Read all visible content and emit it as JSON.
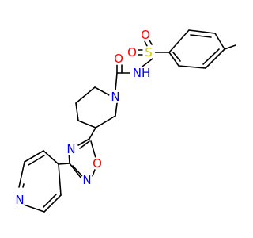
{
  "colors": {
    "bond": "#000000",
    "N": "#0000ff",
    "O": "#ff0000",
    "S": "#cccc00",
    "background": "#ffffff"
  },
  "labels": {
    "sulfonyl_O_top": "O",
    "sulfonyl_O_left": "O",
    "sulfur": "S",
    "sulfonamide_NH": "NH",
    "carbonyl_O": "O",
    "piperidine_N": "N",
    "oxadiazole_N4": "N",
    "oxadiazole_O1": "O",
    "oxadiazole_N2": "N",
    "pyridine_N": "N"
  }
}
